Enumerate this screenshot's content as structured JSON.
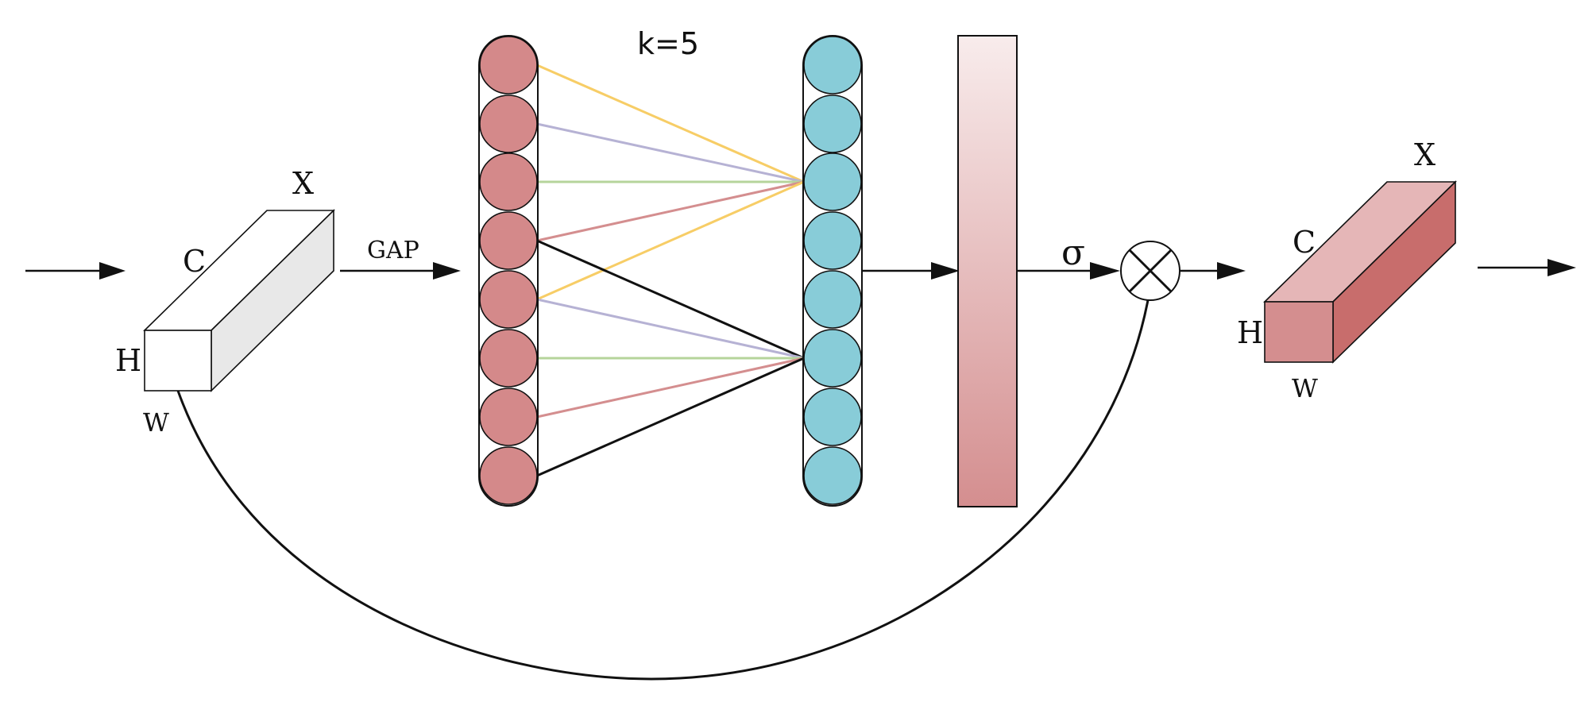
{
  "labels": {
    "input_box": {
      "x": "X",
      "c": "C",
      "h": "H",
      "w": "W"
    },
    "gap": "GAP",
    "kernel": "k=5",
    "sigma": "σ",
    "output_box": {
      "x": "X",
      "c": "C",
      "h": "H",
      "w": "W"
    }
  },
  "colors": {
    "input_node_fill": "#d4898a",
    "output_node_fill": "#88ccd8",
    "output_box_front": "#d48e8f",
    "output_box_top": "#e5b6b7",
    "output_box_side": "#c86d6c",
    "input_box_side": "#e8e8e8",
    "bar_top": "#f8ecec",
    "bar_bottom": "#d48e8f",
    "line_yellow": "#f7cd66",
    "line_lavender": "#b6b2d4",
    "line_green": "#b6d49b",
    "line_red": "#d48e8f",
    "line_black": "#111111"
  },
  "icons": {
    "multiply": "circle-times-icon"
  }
}
